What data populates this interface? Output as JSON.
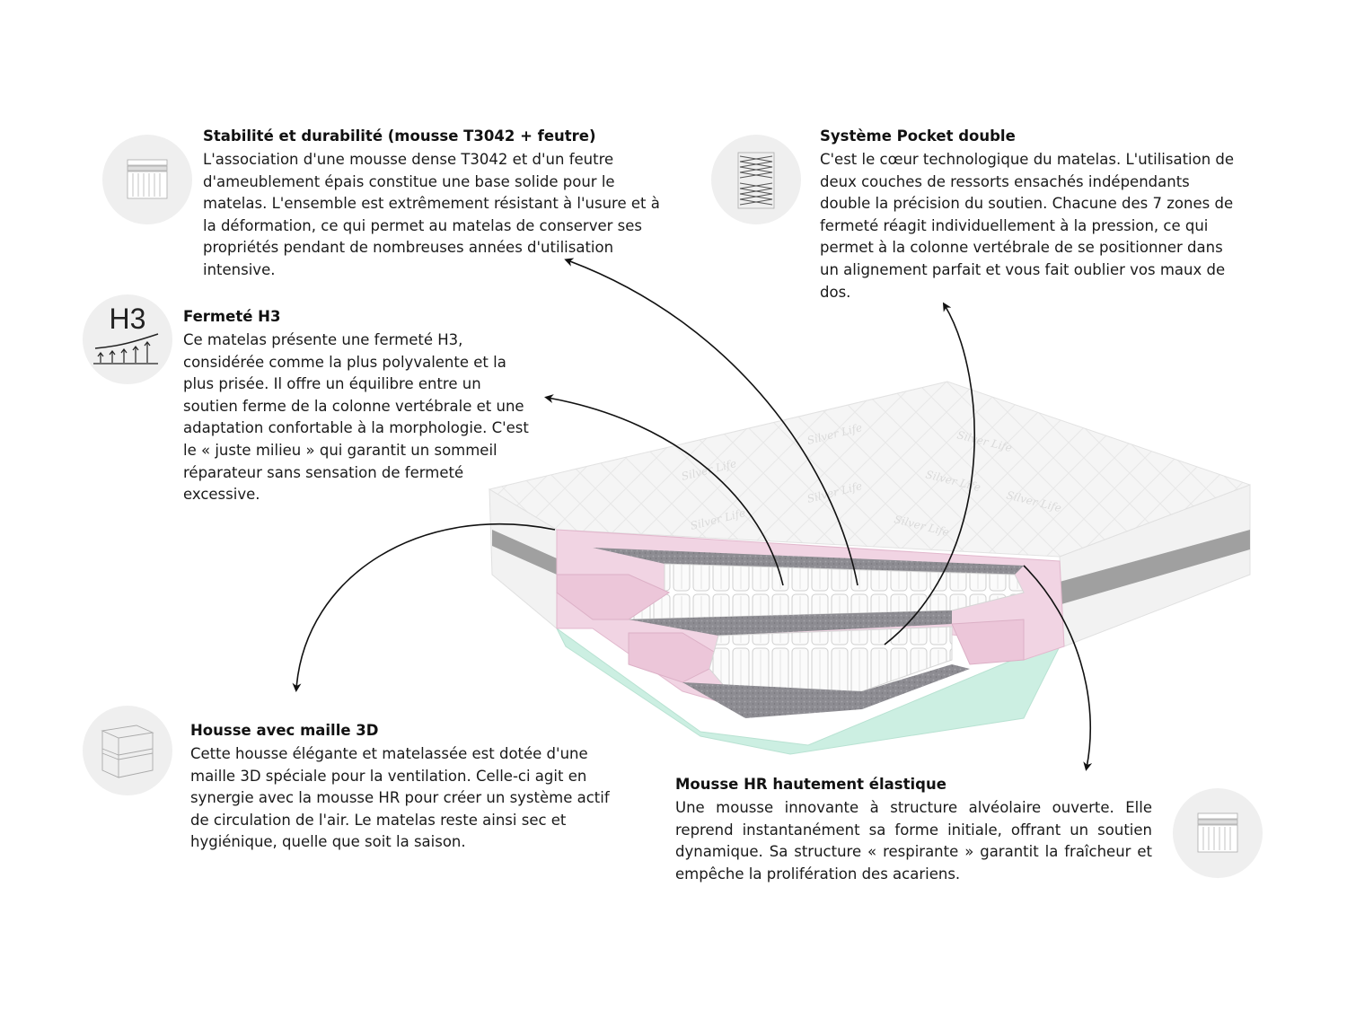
{
  "features": {
    "stability": {
      "title": "Stabilité et durabilité (mousse T3042 + feutre)",
      "body": "L'association d'une mousse dense T3042 et d'un feutre d'ameublement épais constitue une base solide pour le matelas. L'ensemble est extrêmement résistant à l'usure et à la déformation, ce qui permet au matelas de conserver ses propriétés pendant de nombreuses années d'utilisation intensive.",
      "icon": "foam-layers-icon"
    },
    "firmness": {
      "title": "Fermeté H3",
      "body": "Ce matelas présente une fermeté H3, considérée comme la plus polyvalente et la plus prisée. Il offre un équilibre entre un soutien ferme de la colonne vertébrale et une adaptation confortable à la morphologie. C'est le « juste milieu » qui garantit un sommeil réparateur sans sensation de fermeté excessive.",
      "icon": "firmness-h3-icon",
      "icon_label": "H3"
    },
    "pocket": {
      "title": "Système Pocket double",
      "body": "C'est le cœur technologique du matelas. L'utilisation de deux couches de ressorts ensachés indépendants double la précision du soutien. Chacune des 7 zones de fermeté réagit individuellement à la pression, ce qui permet à la colonne vertébrale de se positionner dans un alignement parfait et vous fait oublier vos maux de dos.",
      "icon": "pocket-springs-icon"
    },
    "cover": {
      "title": "Housse avec maille 3D",
      "body": "Cette housse élégante et matelassée est dotée d'une maille 3D spéciale pour la ventilation. Celle-ci agit en synergie avec la mousse HR pour créer un système actif de circulation de l'air. Le matelas reste ainsi sec et hygiénique, quelle que soit la saison.",
      "icon": "cover-layers-icon"
    },
    "hr_foam": {
      "title": "Mousse HR hautement élastique",
      "body": "Une mousse innovante à structure alvéolaire ouverte. Elle reprend instantanément sa forme initiale, offrant un soutien dynamique. Sa structure « respirante » garantit la fraîcheur et empêche la prolifération des acariens.",
      "icon": "foam-layers-icon"
    }
  },
  "mattress": {
    "brand_watermark": "Silver Life",
    "colors": {
      "cover": "#f4f4f4",
      "band": "#9a9a9a",
      "foam": "#f0d3e2",
      "felt": "#8b8b8f",
      "base": "#ccefe2",
      "arrow": "#111111"
    }
  }
}
